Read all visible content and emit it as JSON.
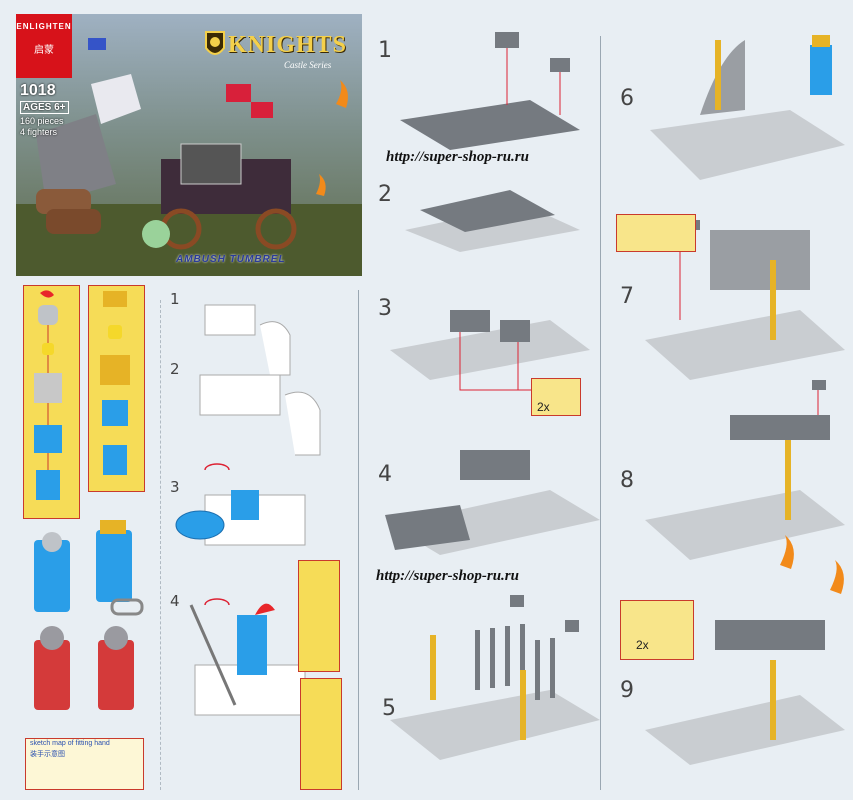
{
  "cover": {
    "brand_logo": "ENLIGHTEN",
    "brand_chars": "启蒙",
    "set_number": "1018",
    "ages": "AGES 6+",
    "pieces": "160 pieces",
    "fighters": "4 fighters",
    "series_title": "KNIGHTS",
    "series_sub": "Castle Series",
    "subtitle": "AMBUSH TUMBREL"
  },
  "minifig_steps": {
    "numbers": [
      "1",
      "2",
      "3",
      "4"
    ]
  },
  "hand_note": {
    "line1": "sketch map of fitting hand",
    "line2": "装手示意图"
  },
  "build_steps": {
    "left": [
      "1",
      "2",
      "3",
      "4",
      "5"
    ],
    "right": [
      "6",
      "7",
      "8",
      "9"
    ],
    "qty_step3": "2x",
    "qty_step9": "2x"
  },
  "urls": {
    "url1": "http://super-shop-ru.ru",
    "url2": "http://super-shop-ru.ru"
  },
  "colors": {
    "brand_red": "#d7121a",
    "gold": "#f4d04a",
    "brick_dark": "#757a80",
    "brick_light": "#c9cdd1",
    "callout_border": "#c93a2c",
    "callout_fill": "#f6dc57"
  }
}
